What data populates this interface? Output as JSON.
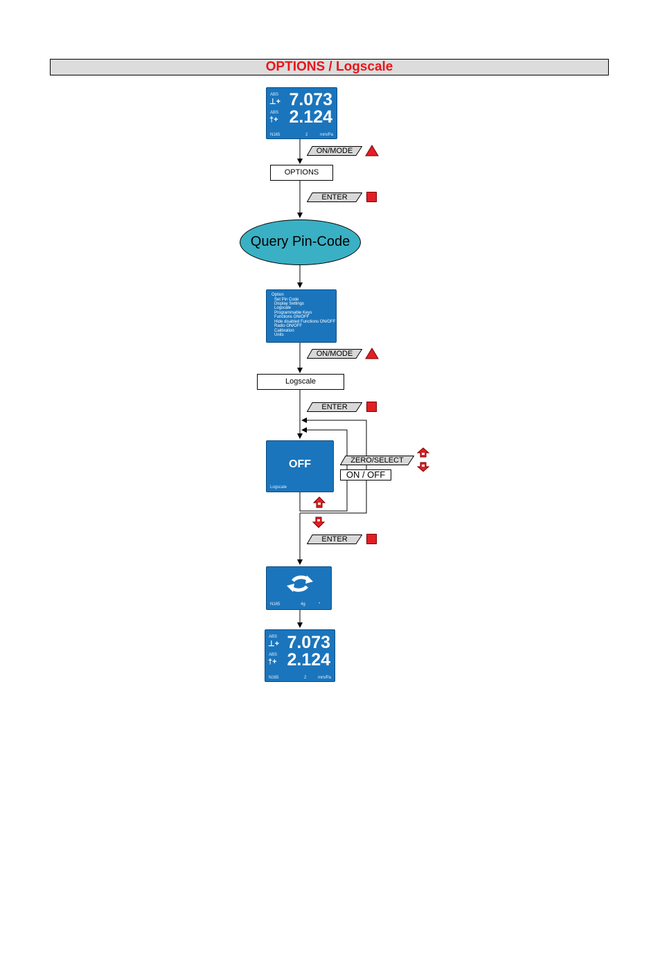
{
  "header": {
    "title": "OPTIONS / Logscale"
  },
  "display": {
    "value_top": "7.073",
    "value_bottom": "2.124",
    "tag_top": "ABS",
    "tag_bottom": "ABS",
    "footer_left": "N165",
    "footer_mid": "2",
    "footer_right": "mm/Pa"
  },
  "steps": {
    "options_label": "OPTIONS",
    "query_label": "Query Pin-Code",
    "logscale_label": "Logscale",
    "onoff_label": "ON / OFF"
  },
  "keys": {
    "on_mode": "ON/MODE",
    "enter": "ENTER",
    "zero_select": "ZERO/SELECT"
  },
  "menu": {
    "items": [
      "Option",
      "Set Pin Code",
      "Display Settings",
      "Logscale",
      "Programmable Keys",
      "Functions ON/OFF",
      "Hide disabled Functions ON/OFF",
      "Radio ON/OFF",
      "Calibration",
      "Units"
    ]
  },
  "logscale_screen": {
    "value": "OFF",
    "caption": "Logscale"
  },
  "reset_screen": {
    "footer_left": "N165",
    "footer_mid": "4g",
    "footer_right": "*"
  },
  "colors": {
    "lcd_blue": "#1b75bc",
    "ellipse_teal": "#3ab0c4",
    "title_red": "#e8161b",
    "button_red": "#e31e24",
    "title_bg": "#dcdcdc"
  }
}
